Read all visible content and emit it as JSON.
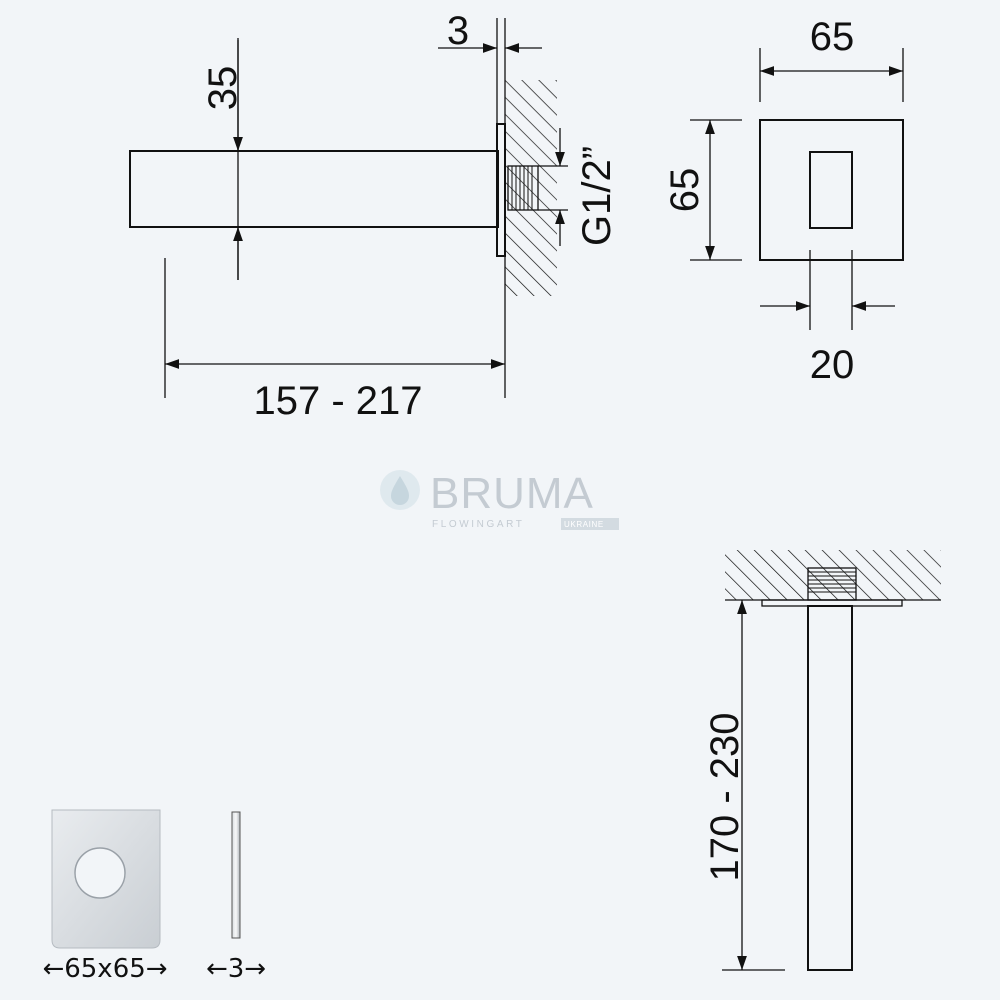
{
  "side_view": {
    "height_label": "35",
    "flange_label": "3",
    "thread_label": "G1/2”",
    "length_label": "157 - 217"
  },
  "front_view": {
    "width_label": "65",
    "height_label": "65",
    "outlet_label": "20"
  },
  "ceiling_view": {
    "length_label": "170 - 230"
  },
  "cover_plate": {
    "size_label": "←65x65→",
    "thickness_label": "←3→"
  },
  "watermark": {
    "brand": "BRUMA",
    "tagline": "FLOWINGART",
    "tag": "UKRAINE"
  },
  "colors": {
    "background": "#f2f5f8",
    "line": "#111111",
    "watermark": "#c4cbd2"
  }
}
